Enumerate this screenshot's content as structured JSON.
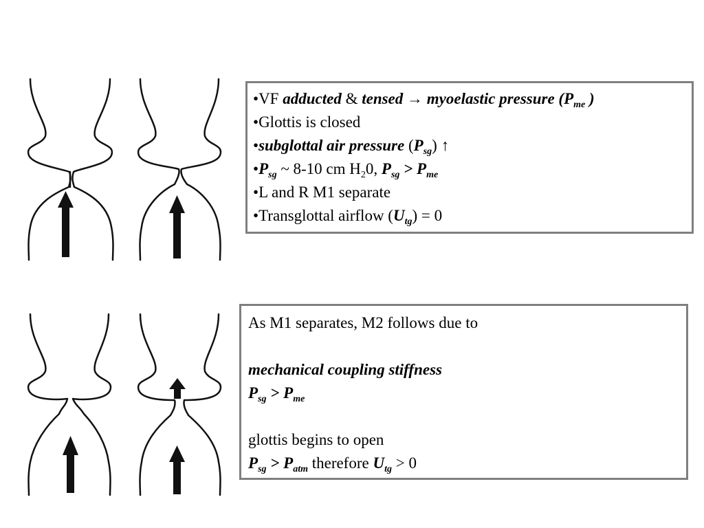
{
  "figures": {
    "top_row": [
      "vocal-fold-diagram-closed-a",
      "vocal-fold-diagram-closed-b"
    ],
    "bottom_row": [
      "vocal-fold-diagram-opening-a",
      "vocal-fold-diagram-opening-b"
    ]
  },
  "box1": {
    "l1": {
      "bullet": "•",
      "t1": "VF ",
      "t2": "adducted",
      "t3": " & ",
      "t4": "tensed",
      "t5": " → myoelastic pressure (",
      "t6": "P",
      "sub": "me",
      "t7": " )"
    },
    "l2": {
      "bullet": "•",
      "text": "Glottis is closed"
    },
    "l3": {
      "bullet": "•",
      "t1": "subglottal air pressure",
      "t2": " (",
      "t3": "P",
      "sub": "sg",
      "t4": ") ↑"
    },
    "l4": {
      "bullet": "•",
      "p1": "P",
      "s1": "sg",
      "t1": " ~ 8-10 cm H",
      "s2": "2",
      "t2": "0, ",
      "p2": "P",
      "s3": "sg",
      "t3": " > ",
      "p3": "P",
      "s4": "me"
    },
    "l5": {
      "bullet": "•",
      "text": "L and R M1 separate"
    },
    "l6": {
      "bullet": "•",
      "t1": "Transglottal airflow (",
      "u": "U",
      "sub": "tg",
      "t2": ") = 0"
    }
  },
  "box2": {
    "l1": "As M1 separates, M2 follows due to",
    "l2": "mechanical coupling stiffness",
    "l3": {
      "p1": "P",
      "s1": "sg",
      "op": " > ",
      "p2": "P",
      "s2": "me"
    },
    "l4": "glottis begins to open",
    "l5": {
      "p1": "P",
      "s1": "sg",
      "op": " > ",
      "p2": "P",
      "s2": "atm",
      "t1": " therefore ",
      "u": "U",
      "s3": "tg",
      "t2": " > 0"
    }
  }
}
